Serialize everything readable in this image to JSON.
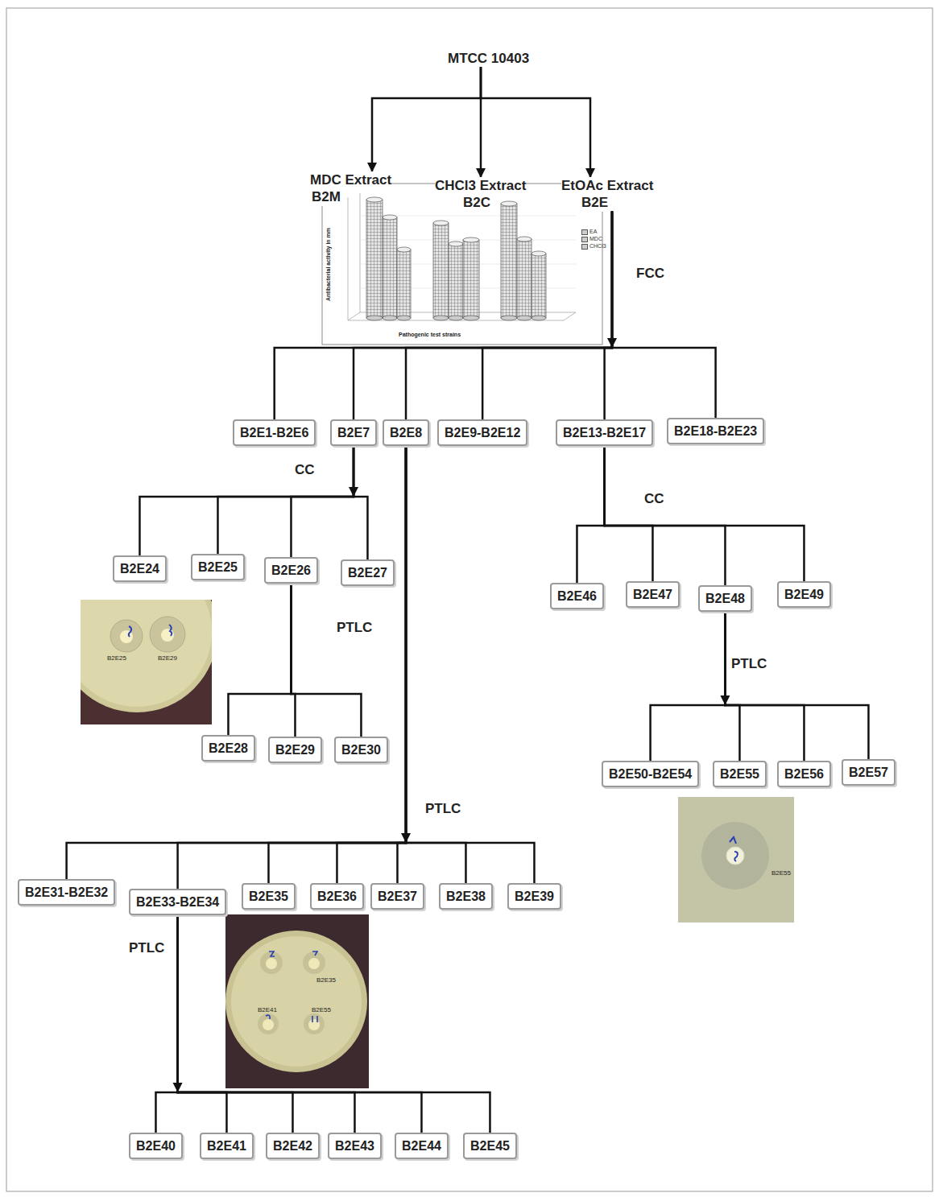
{
  "diagram": {
    "nodes": [
      {
        "text": [
          "MTCC 10403"
        ]
      },
      {
        "text": [
          "MDC Extract",
          "B2M"
        ]
      },
      {
        "text": [
          "CHCl3 Extract",
          "B2C"
        ]
      },
      {
        "text": [
          "EtOAc Extract",
          "B2E"
        ]
      },
      {
        "text": [
          "B2E1-B2E6"
        ]
      },
      {
        "text": [
          "B2E7"
        ]
      },
      {
        "text": [
          "B2E8"
        ]
      },
      {
        "text": [
          "B2E9-B2E12"
        ]
      },
      {
        "text": [
          "B2E13-B2E17"
        ]
      },
      {
        "text": [
          "B2E18-B2E23"
        ]
      },
      {
        "text": [
          "B2E24"
        ]
      },
      {
        "text": [
          "B2E25"
        ]
      },
      {
        "text": [
          "B2E26"
        ]
      },
      {
        "text": [
          "B2E27"
        ]
      },
      {
        "text": [
          "B2E46"
        ]
      },
      {
        "text": [
          "B2E47"
        ]
      },
      {
        "text": [
          "B2E48"
        ]
      },
      {
        "text": [
          "B2E49"
        ]
      },
      {
        "text": [
          "B2E28"
        ]
      },
      {
        "text": [
          "B2E29"
        ]
      },
      {
        "text": [
          "B2E30"
        ]
      },
      {
        "text": [
          "B2E50-B2E54"
        ]
      },
      {
        "text": [
          "B2E55"
        ]
      },
      {
        "text": [
          "B2E56"
        ]
      },
      {
        "text": [
          "B2E57"
        ]
      },
      {
        "text": [
          "B2E31-B2E32"
        ]
      },
      {
        "text": [
          "B2E33-B2E34"
        ]
      },
      {
        "text": [
          "B2E35"
        ]
      },
      {
        "text": [
          "B2E36"
        ]
      },
      {
        "text": [
          "B2E37"
        ]
      },
      {
        "text": [
          "B2E38"
        ]
      },
      {
        "text": [
          "B2E39"
        ]
      },
      {
        "text": [
          "B2E40"
        ]
      },
      {
        "text": [
          "B2E41"
        ]
      },
      {
        "text": [
          "B2E42"
        ]
      },
      {
        "text": [
          "B2E43"
        ]
      },
      {
        "text": [
          "B2E44"
        ]
      },
      {
        "text": [
          "B2E45"
        ]
      }
    ],
    "edges": [
      {
        "from": 0,
        "to": 1,
        "arrow": "to"
      },
      {
        "from": 0,
        "to": 2,
        "arrow": "to"
      },
      {
        "from": 0,
        "to": 3,
        "arrow": "to"
      },
      {
        "from": 3,
        "to": 4,
        "arrow": "none"
      },
      {
        "from": 3,
        "to": 5,
        "arrow": "none"
      },
      {
        "from": 3,
        "to": 6,
        "arrow": "none"
      },
      {
        "from": 3,
        "to": 7,
        "arrow": "none"
      },
      {
        "from": 3,
        "to": 8,
        "arrow": "none"
      },
      {
        "from": 3,
        "to": 9,
        "arrow": "none"
      },
      {
        "from": 5,
        "to": 10,
        "arrow": "none"
      },
      {
        "from": 5,
        "to": 11,
        "arrow": "none"
      },
      {
        "from": 5,
        "to": 12,
        "arrow": "none"
      },
      {
        "from": 5,
        "to": 13,
        "arrow": "none"
      },
      {
        "from": 8,
        "to": 14,
        "arrow": "none"
      },
      {
        "from": 8,
        "to": 15,
        "arrow": "none"
      },
      {
        "from": 8,
        "to": 16,
        "arrow": "none"
      },
      {
        "from": 8,
        "to": 17,
        "arrow": "none"
      },
      {
        "from": 12,
        "to": 18,
        "arrow": "none"
      },
      {
        "from": 12,
        "to": 19,
        "arrow": "none"
      },
      {
        "from": 12,
        "to": 20,
        "arrow": "none"
      },
      {
        "from": 16,
        "to": 21,
        "arrow": "none"
      },
      {
        "from": 16,
        "to": 22,
        "arrow": "none"
      },
      {
        "from": 16,
        "to": 23,
        "arrow": "none"
      },
      {
        "from": 16,
        "to": 24,
        "arrow": "none"
      },
      {
        "from": 6,
        "to": 25,
        "arrow": "none"
      },
      {
        "from": 6,
        "to": 26,
        "arrow": "none"
      },
      {
        "from": 6,
        "to": 27,
        "arrow": "none"
      },
      {
        "from": 6,
        "to": 28,
        "arrow": "none"
      },
      {
        "from": 6,
        "to": 29,
        "arrow": "none"
      },
      {
        "from": 6,
        "to": 30,
        "arrow": "none"
      },
      {
        "from": 6,
        "to": 31,
        "arrow": "none"
      },
      {
        "from": 26,
        "to": 32,
        "arrow": "none"
      },
      {
        "from": 26,
        "to": 33,
        "arrow": "none"
      },
      {
        "from": 26,
        "to": 34,
        "arrow": "none"
      },
      {
        "from": 26,
        "to": 35,
        "arrow": "none"
      },
      {
        "from": 26,
        "to": 36,
        "arrow": "none"
      },
      {
        "from": 26,
        "to": 37,
        "arrow": "none"
      }
    ],
    "labels": [
      "FCC",
      "CC",
      "CC",
      "PTLC",
      "PTLC",
      "PTLC",
      "PTLC",
      "Antibacterial activity in mm",
      "Pathogenic test strains",
      "B2E25",
      "B2E29",
      "B2E35",
      "B2E41",
      "B2E55",
      "B2E55"
    ],
    "legend": [
      {
        "text": "EA"
      },
      {
        "text": "MDC"
      },
      {
        "text": "CHCl3"
      }
    ]
  }
}
